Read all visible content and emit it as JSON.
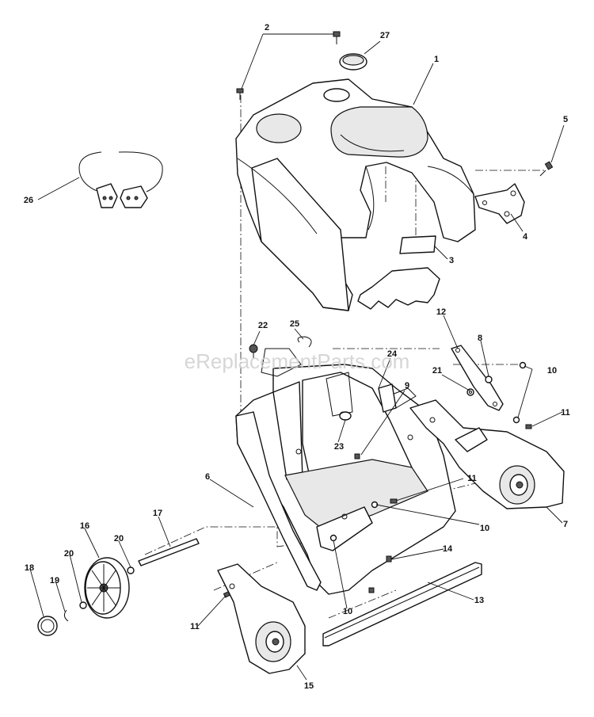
{
  "watermark": "eReplacementParts.com",
  "callouts": {
    "c1": "1",
    "c2": "2",
    "c3": "3",
    "c4": "4",
    "c5": "5",
    "c6": "6",
    "c7": "7",
    "c8": "8",
    "c9": "9",
    "c10a": "10",
    "c10b": "10",
    "c10c": "10",
    "c11a": "11",
    "c11b": "11",
    "c11c": "11",
    "c12": "12",
    "c13": "13",
    "c14": "14",
    "c15": "15",
    "c16": "16",
    "c17": "17",
    "c18": "18",
    "c19": "19",
    "c20a": "20",
    "c20b": "20",
    "c21": "21",
    "c22": "22",
    "c23": "23",
    "c24": "24",
    "c25": "25",
    "c26": "26",
    "c27": "27"
  }
}
